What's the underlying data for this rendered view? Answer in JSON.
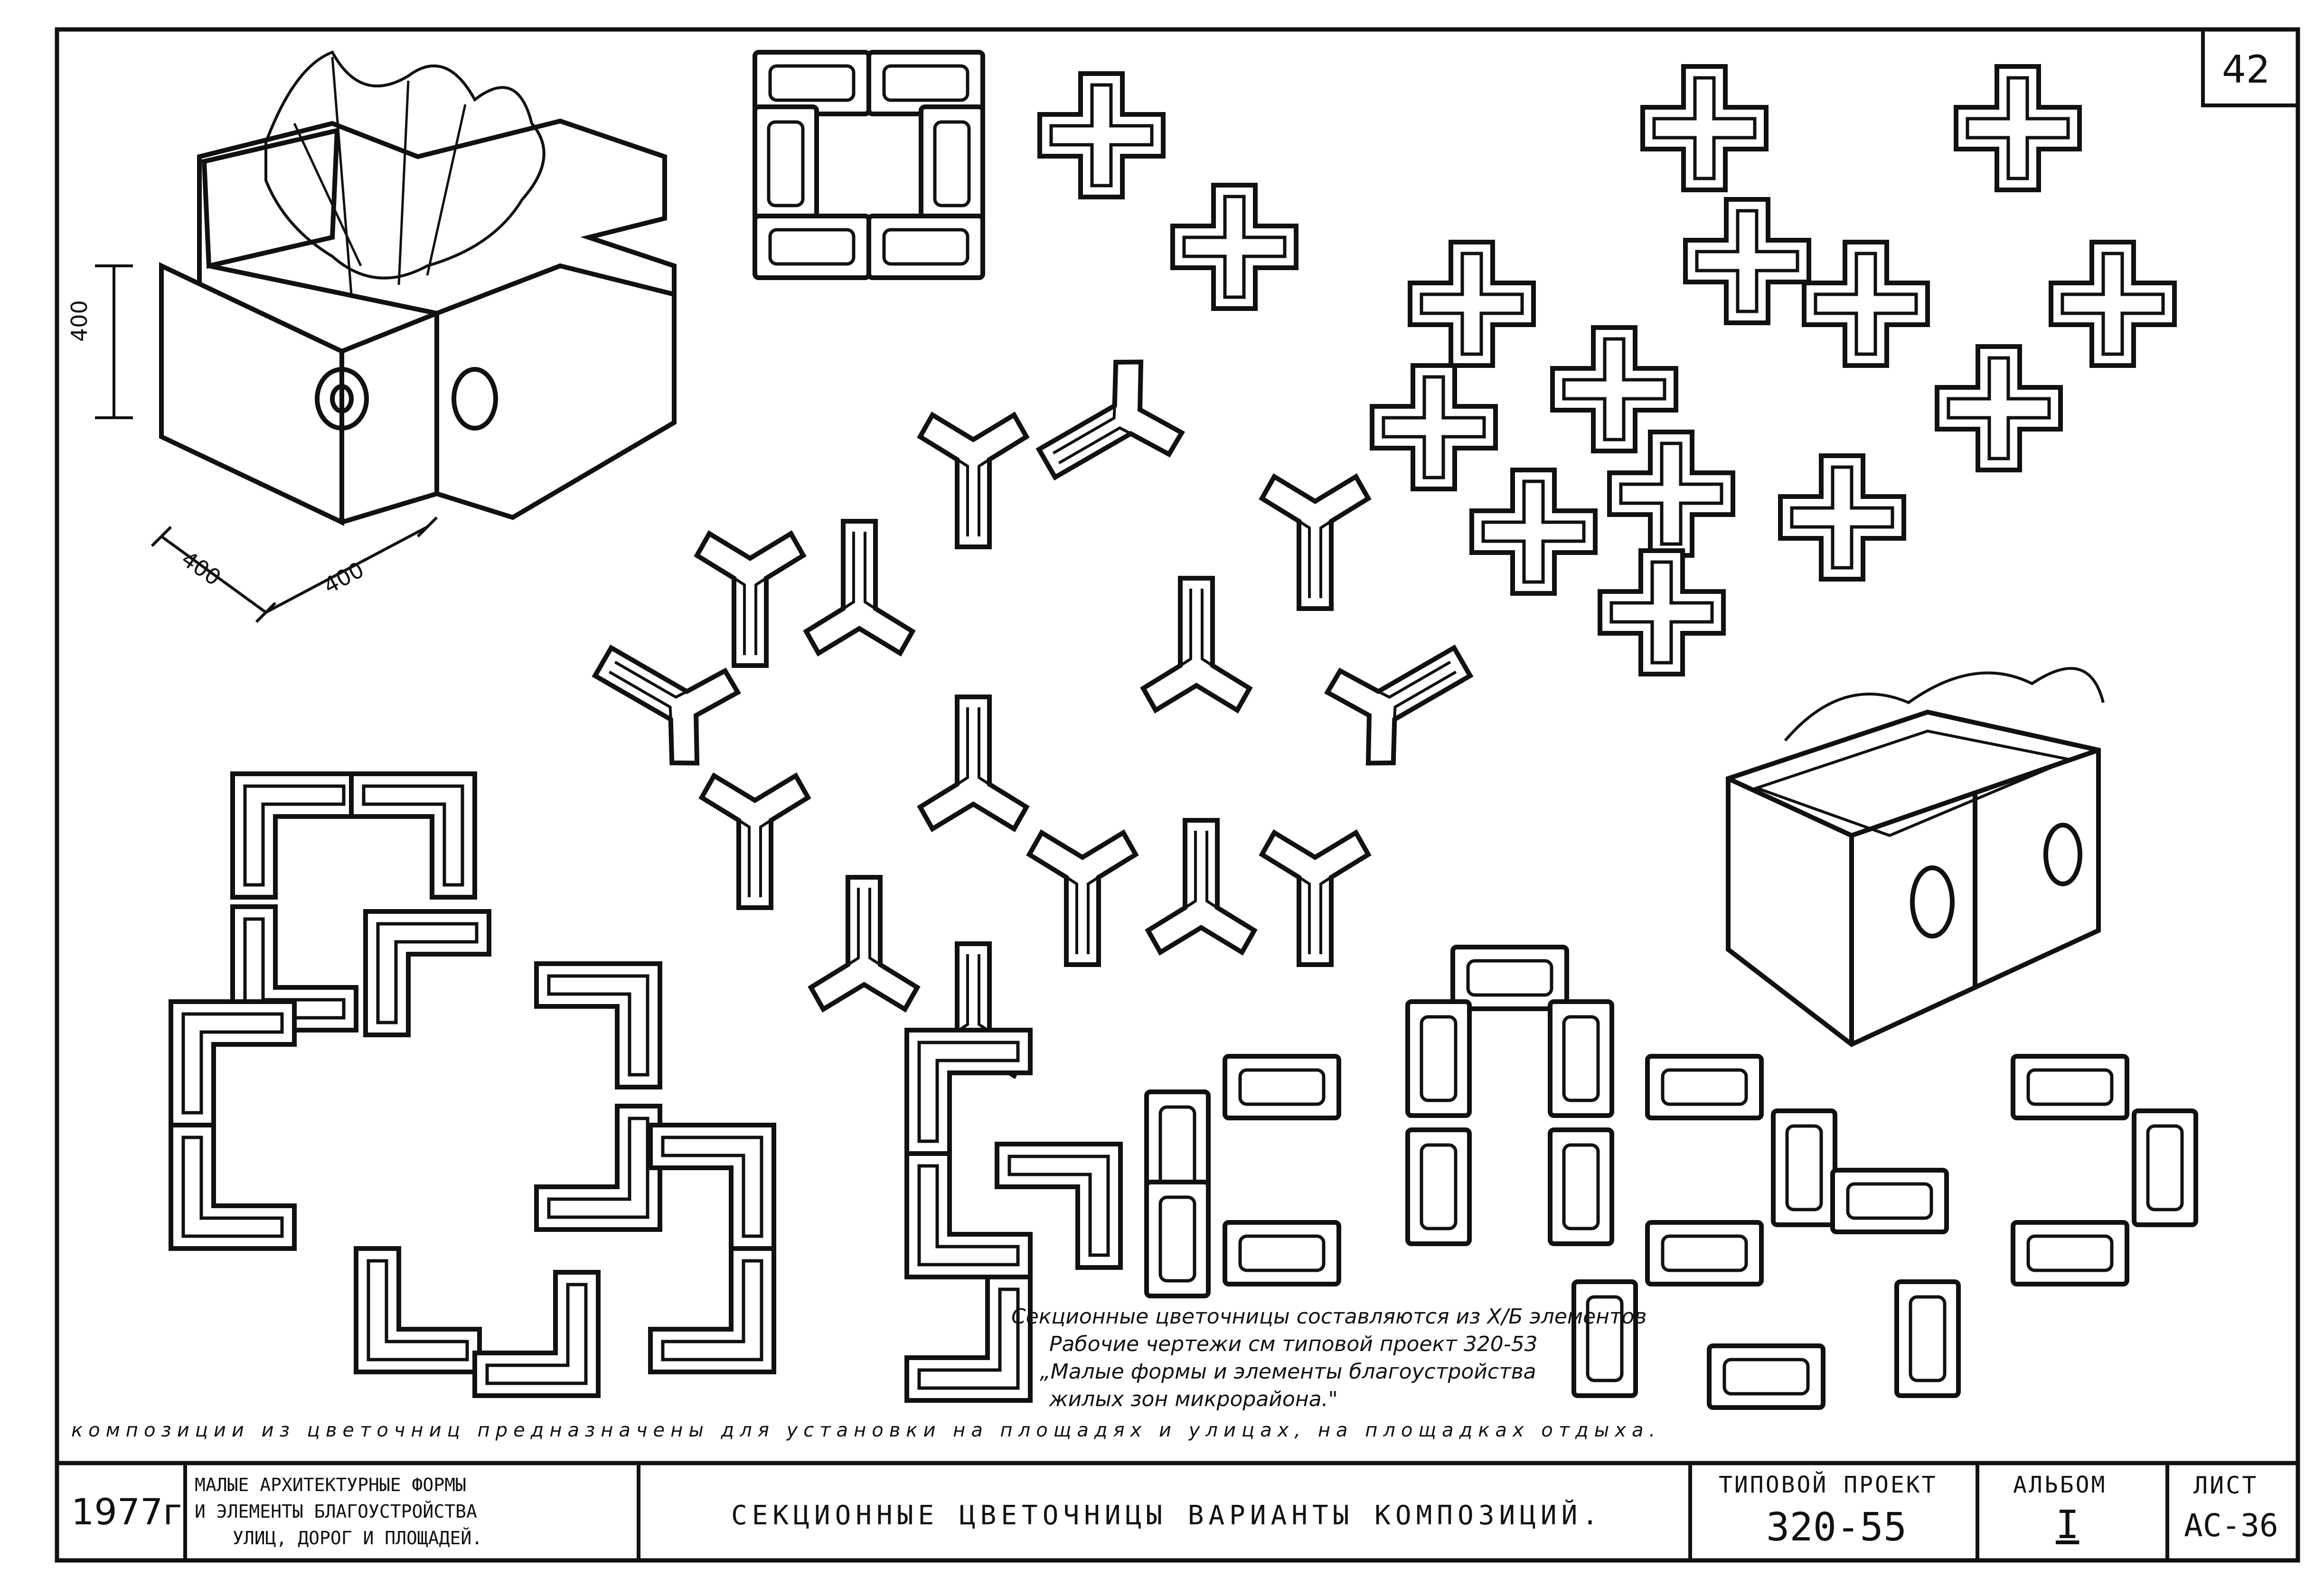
{
  "sheet_number": "42",
  "dimensions": {
    "height": "400",
    "width_a": "400",
    "width_b": "400"
  },
  "note": {
    "lines": [
      "Секционные цветочницы составляются из Х/Б элементов",
      "Рабочие чертежи см типовой проект 320-53",
      "„Малые формы и элементы благоустройства",
      "жилых зон микрорайона.\""
    ]
  },
  "caption": "композиции из цветочниц предназначены для установки на площадях и улицах, на площадках отдыха.",
  "title_block": {
    "year": "1977г",
    "organization": [
      "МАЛЫЕ АРХИТЕКТУРНЫЕ ФОРМЫ",
      "И ЭЛЕМЕНТЫ БЛАГОУСТРОЙСТВА",
      "УЛИЦ, ДОРОГ И ПЛОЩАДЕЙ."
    ],
    "title": "СЕКЦИОННЫЕ ЦВЕТОЧНИЦЫ ВАРИАНТЫ КОМПОЗИЦИЙ.",
    "project_label": "ТИПОВОЙ ПРОЕКТ",
    "project_value": "320-55",
    "album_label": "АЛЬБОМ",
    "album_value": "I",
    "sheet_label": "ЛИСТ",
    "sheet_value": "АС-36"
  },
  "colors": {
    "ink": "#111111",
    "paper": "#ffffff"
  }
}
